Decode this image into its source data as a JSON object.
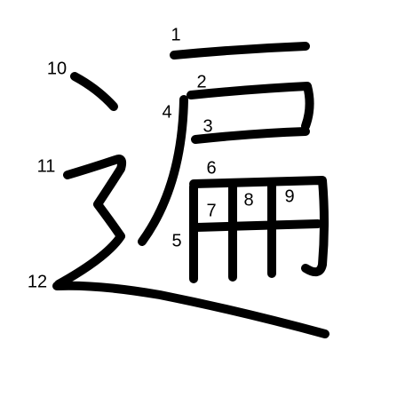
{
  "colors": {
    "stroke": "#000000",
    "label": "#000000",
    "background": "#ffffff"
  },
  "strokes": [
    {
      "order": "1",
      "label": "1"
    },
    {
      "order": "2",
      "label": "2"
    },
    {
      "order": "3",
      "label": "3"
    },
    {
      "order": "4",
      "label": "4"
    },
    {
      "order": "5",
      "label": "5"
    },
    {
      "order": "6",
      "label": "6"
    },
    {
      "order": "7",
      "label": "7"
    },
    {
      "order": "8",
      "label": "8"
    },
    {
      "order": "9",
      "label": "9"
    },
    {
      "order": "10",
      "label": "10"
    },
    {
      "order": "11",
      "label": "11"
    },
    {
      "order": "12",
      "label": "12"
    }
  ]
}
